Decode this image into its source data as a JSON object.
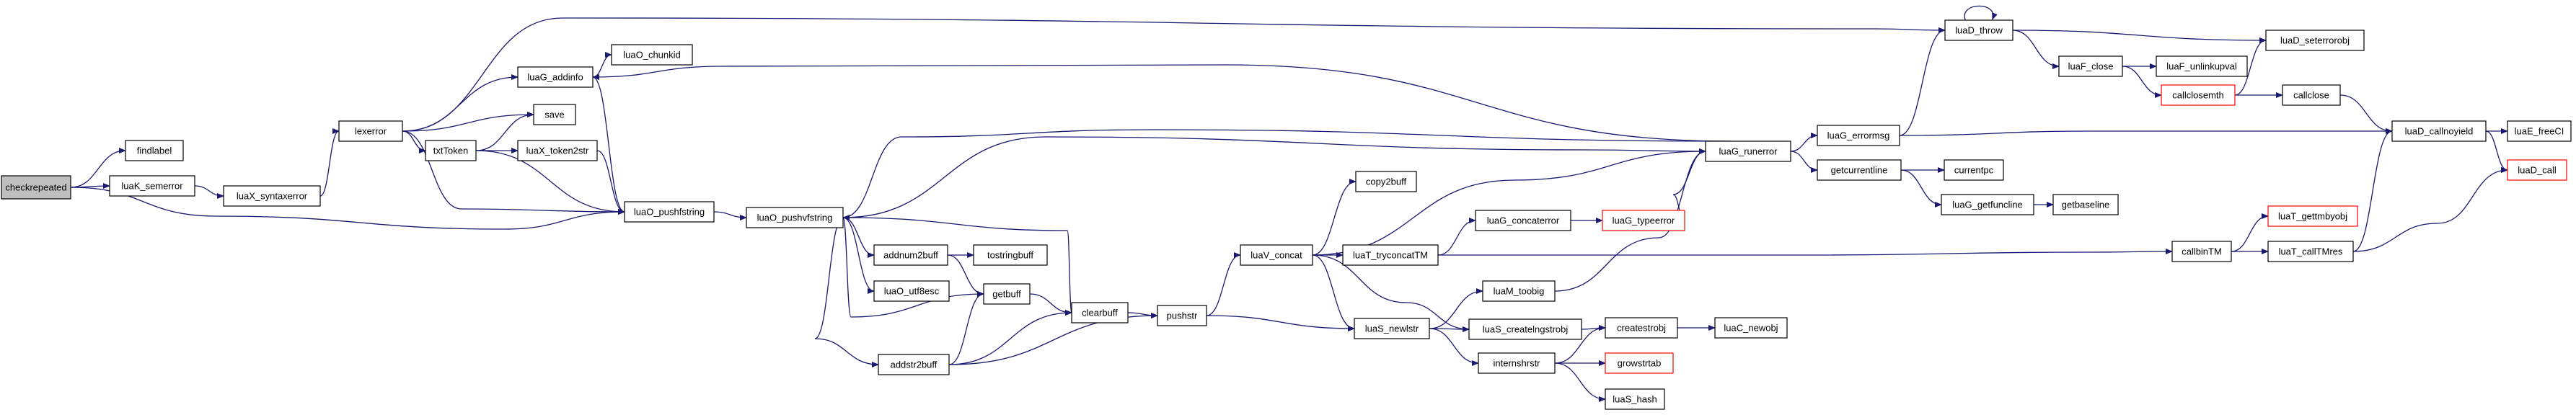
{
  "colors": {
    "edge": "#191970",
    "node_border": "#000000",
    "truncated_border": "#ff0000",
    "root_fill": "#bfbfbf",
    "node_fill": "#ffffff"
  },
  "nodes": [
    {
      "id": "checkrepeated",
      "label": "checkrepeated",
      "root": true
    },
    {
      "id": "findlabel",
      "label": "findlabel"
    },
    {
      "id": "luaK_semerror",
      "label": "luaK_semerror"
    },
    {
      "id": "luaX_syntaxerror",
      "label": "luaX_syntaxerror"
    },
    {
      "id": "lexerror",
      "label": "lexerror"
    },
    {
      "id": "luaG_addinfo",
      "label": "luaG_addinfo"
    },
    {
      "id": "luaO_chunkid",
      "label": "luaO_chunkid"
    },
    {
      "id": "save",
      "label": "save"
    },
    {
      "id": "txtToken",
      "label": "txtToken"
    },
    {
      "id": "luaX_token2str",
      "label": "luaX_token2str"
    },
    {
      "id": "luaO_pushfstring",
      "label": "luaO_pushfstring"
    },
    {
      "id": "luaO_pushvfstring",
      "label": "luaO_pushvfstring"
    },
    {
      "id": "addnum2buff",
      "label": "addnum2buff"
    },
    {
      "id": "tostringbuff",
      "label": "tostringbuff"
    },
    {
      "id": "luaO_utf8esc",
      "label": "luaO_utf8esc"
    },
    {
      "id": "getbuff",
      "label": "getbuff"
    },
    {
      "id": "clearbuff",
      "label": "clearbuff"
    },
    {
      "id": "addstr2buff",
      "label": "addstr2buff"
    },
    {
      "id": "pushstr",
      "label": "pushstr"
    },
    {
      "id": "copy2buff",
      "label": "copy2buff"
    },
    {
      "id": "luaV_concat",
      "label": "luaV_concat"
    },
    {
      "id": "luaT_tryconcatTM",
      "label": "luaT_tryconcatTM"
    },
    {
      "id": "luaG_concaterror",
      "label": "luaG_concaterror"
    },
    {
      "id": "luaG_typeerror",
      "label": "luaG_typeerror",
      "truncated": true
    },
    {
      "id": "luaM_toobig",
      "label": "luaM_toobig"
    },
    {
      "id": "luaS_newlstr",
      "label": "luaS_newlstr"
    },
    {
      "id": "luaS_createlngstrobj",
      "label": "luaS_createlngstrobj"
    },
    {
      "id": "internshrstr",
      "label": "internshrstr"
    },
    {
      "id": "createstrobj",
      "label": "createstrobj"
    },
    {
      "id": "luaC_newobj",
      "label": "luaC_newobj"
    },
    {
      "id": "growstrtab",
      "label": "growstrtab",
      "truncated": true
    },
    {
      "id": "luaS_hash",
      "label": "luaS_hash"
    },
    {
      "id": "luaG_runerror",
      "label": "luaG_runerror"
    },
    {
      "id": "luaG_errormsg",
      "label": "luaG_errormsg"
    },
    {
      "id": "getcurrentline",
      "label": "getcurrentline"
    },
    {
      "id": "currentpc",
      "label": "currentpc"
    },
    {
      "id": "luaG_getfuncline",
      "label": "luaG_getfuncline"
    },
    {
      "id": "getbaseline",
      "label": "getbaseline"
    },
    {
      "id": "luaD_throw",
      "label": "luaD_throw"
    },
    {
      "id": "luaF_close",
      "label": "luaF_close"
    },
    {
      "id": "luaF_unlinkupval",
      "label": "luaF_unlinkupval"
    },
    {
      "id": "callclosemth",
      "label": "callclosemth",
      "truncated": true
    },
    {
      "id": "callclose",
      "label": "callclose"
    },
    {
      "id": "luaD_seterrorobj",
      "label": "luaD_seterrorobj"
    },
    {
      "id": "luaD_callnoyield",
      "label": "luaD_callnoyield"
    },
    {
      "id": "luaE_freeCI",
      "label": "luaE_freeCI"
    },
    {
      "id": "luaD_call",
      "label": "luaD_call",
      "truncated": true
    },
    {
      "id": "callbinTM",
      "label": "callbinTM"
    },
    {
      "id": "luaT_gettmbyobj",
      "label": "luaT_gettmbyobj",
      "truncated": true
    },
    {
      "id": "luaT_callTMres",
      "label": "luaT_callTMres"
    }
  ],
  "edges": [
    [
      "checkrepeated",
      "findlabel"
    ],
    [
      "checkrepeated",
      "luaK_semerror"
    ],
    [
      "checkrepeated",
      "luaO_pushfstring"
    ],
    [
      "luaK_semerror",
      "luaX_syntaxerror"
    ],
    [
      "luaX_syntaxerror",
      "lexerror"
    ],
    [
      "lexerror",
      "luaG_addinfo"
    ],
    [
      "lexerror",
      "save"
    ],
    [
      "lexerror",
      "txtToken"
    ],
    [
      "lexerror",
      "luaO_pushfstring"
    ],
    [
      "lexerror",
      "luaD_throw"
    ],
    [
      "luaG_addinfo",
      "luaO_chunkid"
    ],
    [
      "luaG_addinfo",
      "luaO_pushfstring"
    ],
    [
      "txtToken",
      "save"
    ],
    [
      "txtToken",
      "luaX_token2str"
    ],
    [
      "txtToken",
      "luaO_pushfstring"
    ],
    [
      "luaX_token2str",
      "luaO_pushfstring"
    ],
    [
      "luaO_pushfstring",
      "luaO_pushvfstring"
    ],
    [
      "luaO_pushvfstring",
      "addnum2buff"
    ],
    [
      "luaO_pushvfstring",
      "luaO_utf8esc"
    ],
    [
      "luaO_pushvfstring",
      "getbuff"
    ],
    [
      "luaO_pushvfstring",
      "clearbuff"
    ],
    [
      "luaO_pushvfstring",
      "addstr2buff"
    ],
    [
      "luaO_pushvfstring",
      "luaG_runerror"
    ],
    [
      "addnum2buff",
      "tostringbuff"
    ],
    [
      "addnum2buff",
      "getbuff"
    ],
    [
      "getbuff",
      "clearbuff"
    ],
    [
      "addstr2buff",
      "getbuff"
    ],
    [
      "addstr2buff",
      "clearbuff"
    ],
    [
      "addstr2buff",
      "pushstr"
    ],
    [
      "clearbuff",
      "pushstr"
    ],
    [
      "pushstr",
      "luaV_concat"
    ],
    [
      "pushstr",
      "luaS_newlstr"
    ],
    [
      "luaV_concat",
      "copy2buff"
    ],
    [
      "luaV_concat",
      "luaT_tryconcatTM"
    ],
    [
      "luaV_concat",
      "luaG_runerror"
    ],
    [
      "luaV_concat",
      "luaS_newlstr"
    ],
    [
      "luaV_concat",
      "luaS_createlngstrobj"
    ],
    [
      "luaT_tryconcatTM",
      "luaG_concaterror"
    ],
    [
      "luaT_tryconcatTM",
      "callbinTM"
    ],
    [
      "luaG_concaterror",
      "luaG_typeerror"
    ],
    [
      "luaG_typeerror",
      "luaG_runerror"
    ],
    [
      "luaM_toobig",
      "luaG_runerror"
    ],
    [
      "luaS_newlstr",
      "luaM_toobig"
    ],
    [
      "luaS_newlstr",
      "luaS_createlngstrobj"
    ],
    [
      "luaS_newlstr",
      "internshrstr"
    ],
    [
      "luaS_createlngstrobj",
      "createstrobj"
    ],
    [
      "internshrstr",
      "createstrobj"
    ],
    [
      "internshrstr",
      "growstrtab"
    ],
    [
      "internshrstr",
      "luaS_hash"
    ],
    [
      "createstrobj",
      "luaC_newobj"
    ],
    [
      "luaG_runerror",
      "luaG_addinfo"
    ],
    [
      "luaG_runerror",
      "luaO_pushvfstring"
    ],
    [
      "luaG_runerror",
      "luaG_errormsg"
    ],
    [
      "luaG_runerror",
      "getcurrentline"
    ],
    [
      "luaG_errormsg",
      "luaD_throw"
    ],
    [
      "luaG_errormsg",
      "luaD_callnoyield"
    ],
    [
      "getcurrentline",
      "currentpc"
    ],
    [
      "getcurrentline",
      "luaG_getfuncline"
    ],
    [
      "luaG_getfuncline",
      "getbaseline"
    ],
    [
      "luaD_throw",
      "luaD_throw"
    ],
    [
      "luaD_throw",
      "luaF_close"
    ],
    [
      "luaD_throw",
      "luaD_seterrorobj"
    ],
    [
      "luaF_close",
      "luaF_unlinkupval"
    ],
    [
      "luaF_close",
      "callclosemth"
    ],
    [
      "callclosemth",
      "luaD_seterrorobj"
    ],
    [
      "callclosemth",
      "callclose"
    ],
    [
      "callclose",
      "luaD_callnoyield"
    ],
    [
      "luaD_callnoyield",
      "luaE_freeCI"
    ],
    [
      "luaD_callnoyield",
      "luaD_call"
    ],
    [
      "callbinTM",
      "luaT_gettmbyobj"
    ],
    [
      "callbinTM",
      "luaT_callTMres"
    ],
    [
      "luaT_callTMres",
      "luaD_callnoyield"
    ],
    [
      "luaT_callTMres",
      "luaD_call"
    ]
  ]
}
